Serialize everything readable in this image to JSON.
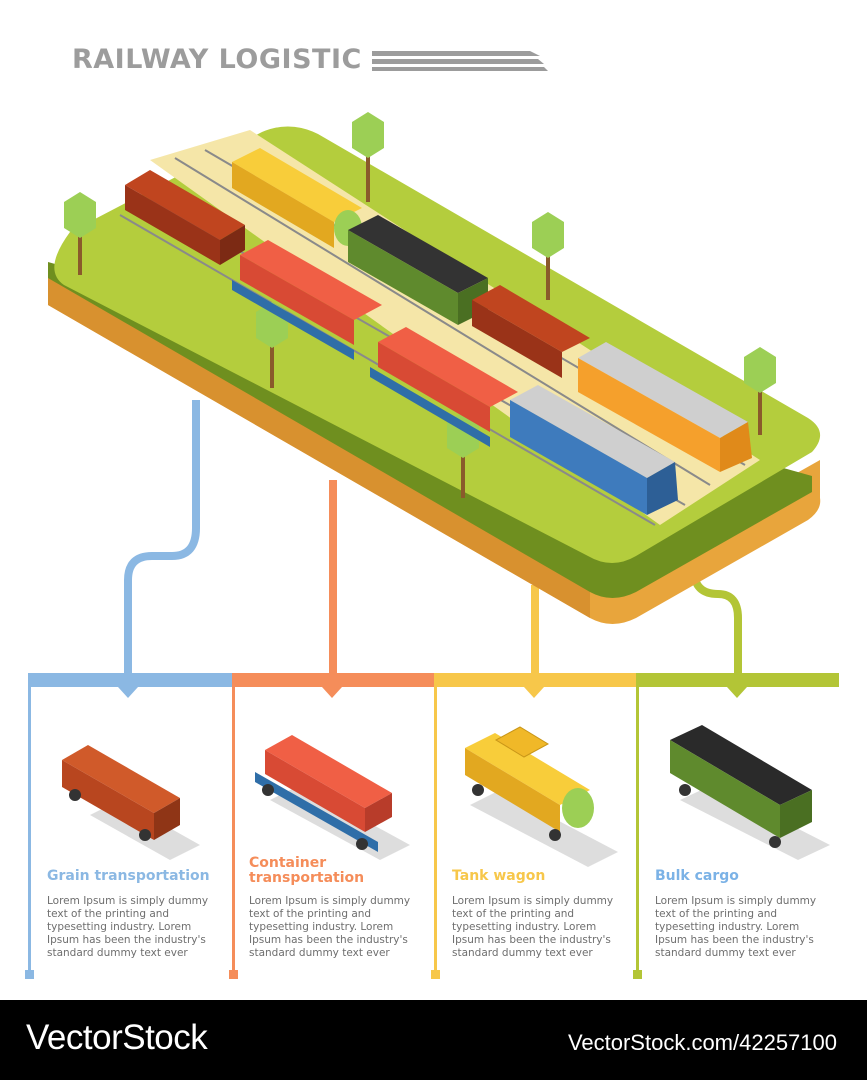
{
  "header": {
    "title": "RAILWAY LOGISTIC"
  },
  "colors": {
    "grain": "#8bb8e3",
    "container": "#f58d5a",
    "tank": "#f7c74a",
    "bulk": "#b3c536"
  },
  "categories": [
    {
      "id": "grain",
      "title_lines": [
        "Grain transportation"
      ],
      "body": "Lorem Ipsum is simply dummy text of the printing and typesetting industry. Lorem Ipsum has been the industry's standard dummy text ever"
    },
    {
      "id": "container",
      "title_lines": [
        "Container",
        "transportation"
      ],
      "body": "Lorem Ipsum is simply dummy text of the printing and typesetting industry. Lorem Ipsum has been the industry's standard dummy text ever"
    },
    {
      "id": "tank",
      "title_lines": [
        "Tank wagon"
      ],
      "body": "Lorem Ipsum is simply dummy text of the printing and typesetting industry. Lorem Ipsum has been the industry's standard dummy text ever"
    },
    {
      "id": "bulk",
      "title_lines": [
        "Bulk cargo"
      ],
      "body": "Lorem Ipsum is simply dummy text of the printing and typesetting industry. Lorem Ipsum has been the industry's standard dummy text ever"
    }
  ],
  "footer": {
    "brand": "VectorStock",
    "image_ref": "VectorStock.com/42257100"
  }
}
